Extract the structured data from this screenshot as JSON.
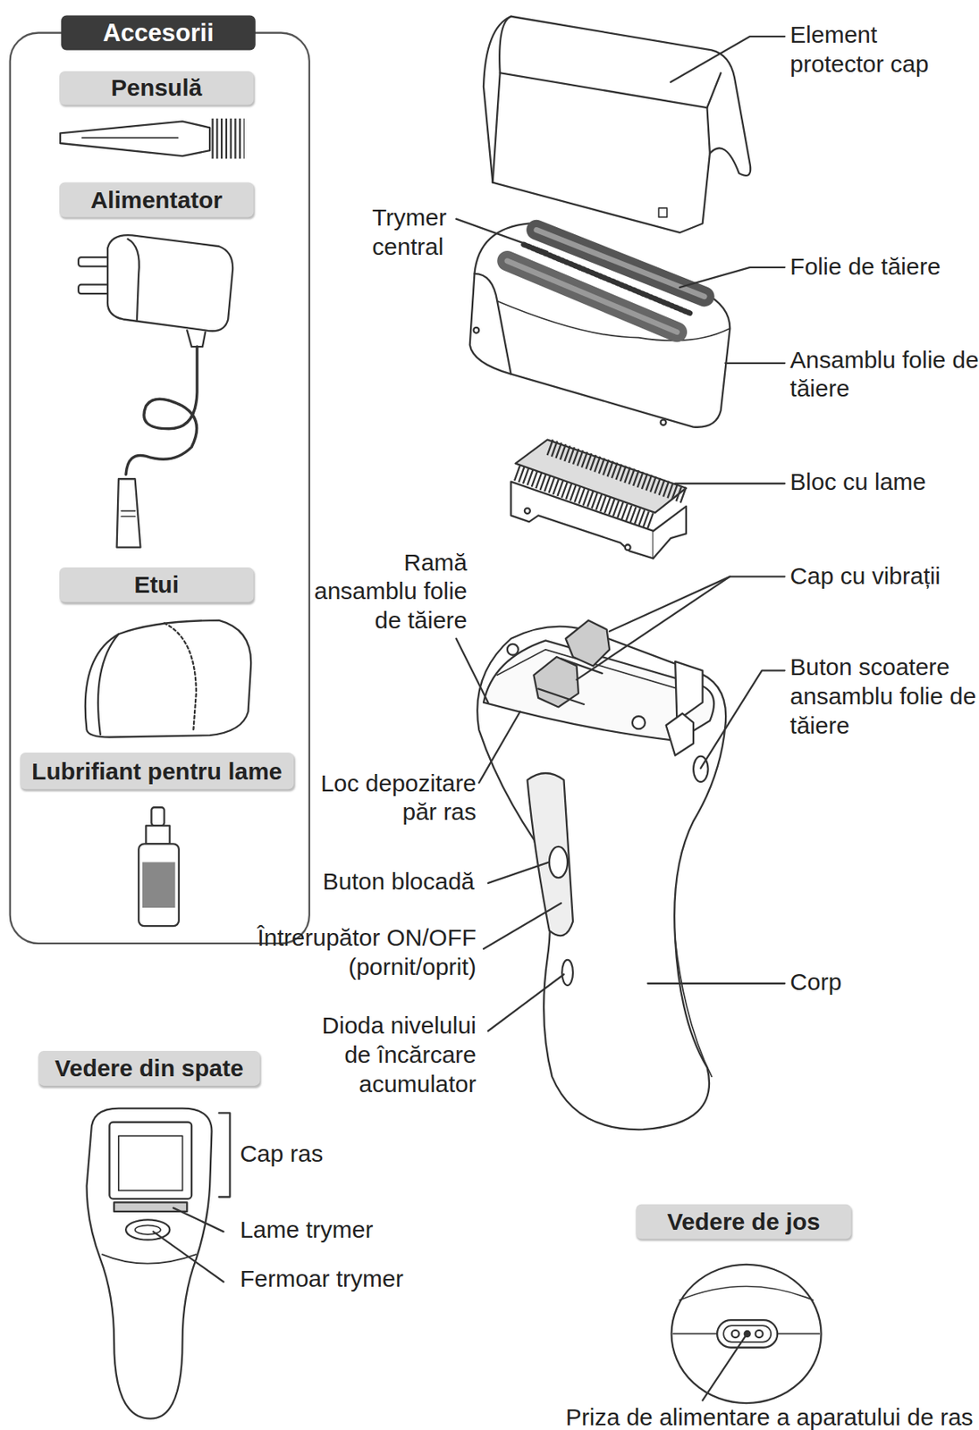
{
  "diagram": {
    "nodes": [
      {
        "text": [
          "Accesorii"
        ]
      },
      {
        "text": [
          "Pensulă"
        ],
        "in": 0
      },
      {
        "text": [
          "Alimentator"
        ],
        "in": 0
      },
      {
        "text": [
          "Etui"
        ],
        "in": 0
      },
      {
        "text": [
          "Lubrifiant pentru lame"
        ],
        "in": 0
      },
      {
        "text": [
          "Vedere din spate"
        ]
      },
      {
        "text": [
          "Vedere de jos"
        ]
      }
    ],
    "labels": [
      "Element protector cap",
      "Trymer central",
      "Folie de tăiere",
      "Ansamblu folie de tăiere",
      "Bloc cu lame",
      "Ramă ansamblu folie de tăiere",
      "Cap cu vibrații",
      "Buton scoatere ansamblu folie de tăiere",
      "Loc depozitare păr ras",
      "Buton blocadă",
      "Întrerupător ON/OFF (pornit/oprit)",
      "Corp",
      "Dioda nivelului de încărcare acumulator",
      "Cap ras",
      "Lame trymer",
      "Fermoar trymer",
      "Priza de alimentare a aparatului de ras"
    ]
  }
}
